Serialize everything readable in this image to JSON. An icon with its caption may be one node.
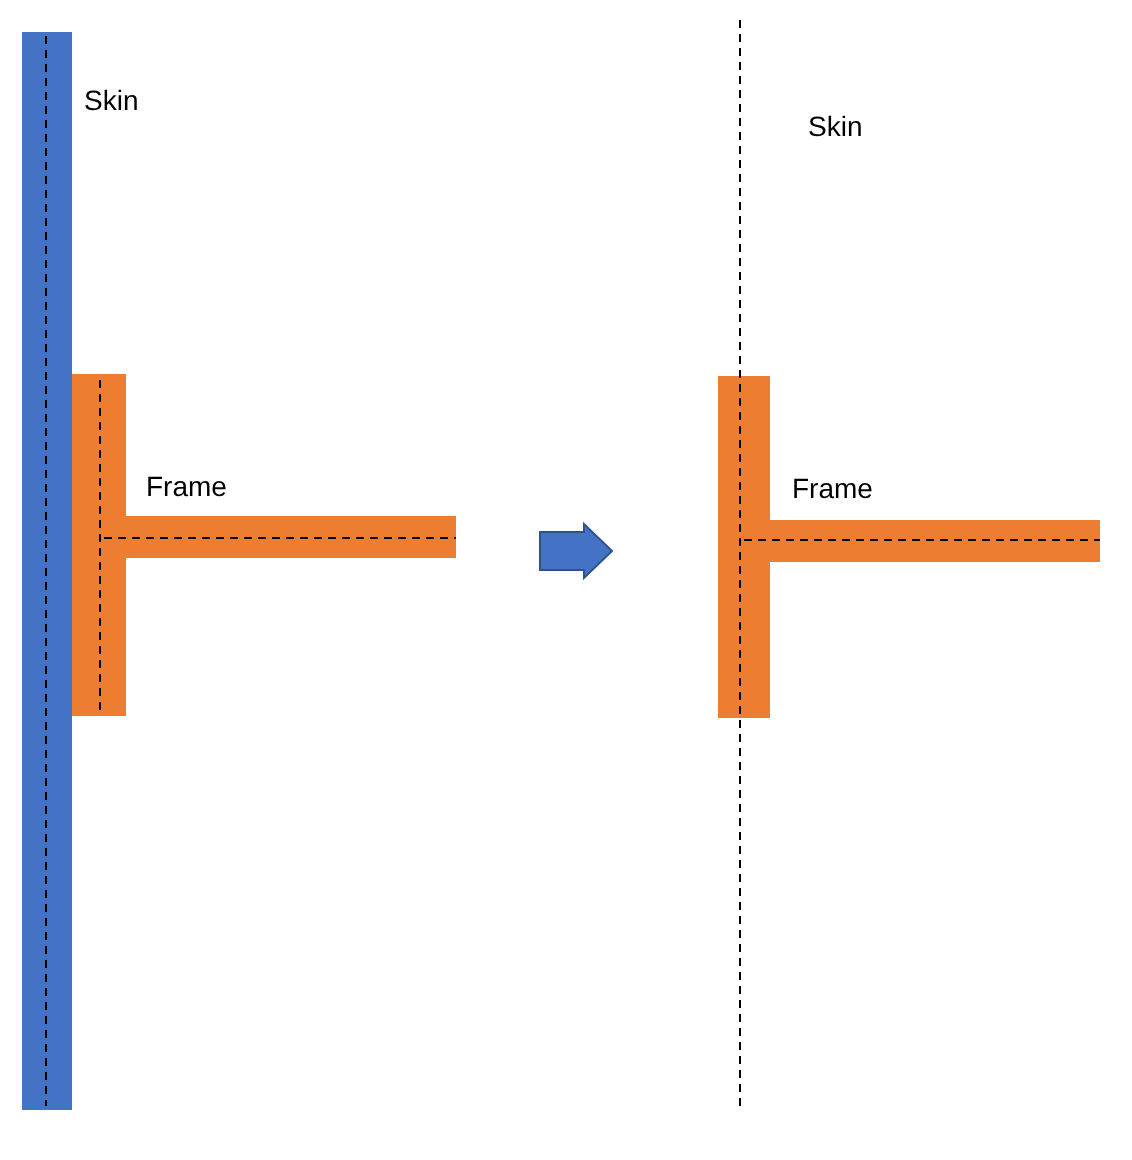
{
  "diagram": {
    "labels": [
      "Skin",
      "Skin",
      "Frame",
      "Frame"
    ]
  }
}
